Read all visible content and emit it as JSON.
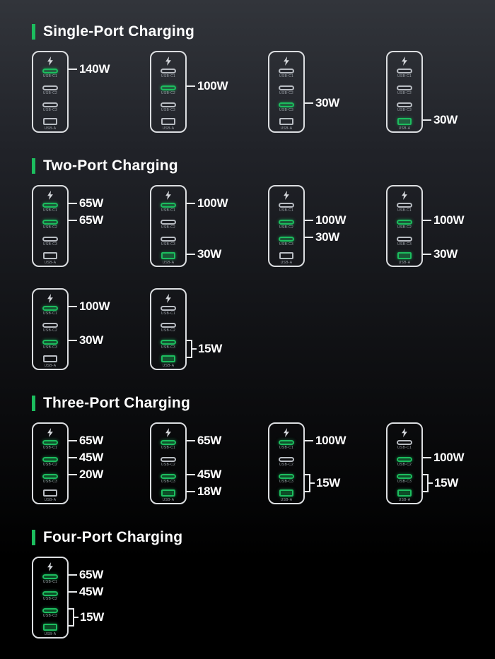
{
  "accent_color": "#1cbd5e",
  "background": {
    "top": "#32353b",
    "bottom": "#000000"
  },
  "charger": {
    "bolt_icon": "lightning",
    "port_names": [
      "USB-C1",
      "USB-C2",
      "USB-C3",
      "USB-A"
    ]
  },
  "sections": [
    {
      "id": "single-port",
      "title": "Single-Port Charging",
      "rows": [
        [
          {
            "labels": [
              {
                "ports": [
                  0
                ],
                "text": "140W"
              }
            ]
          },
          {
            "labels": [
              {
                "ports": [
                  1
                ],
                "text": "100W"
              }
            ]
          },
          {
            "labels": [
              {
                "ports": [
                  2
                ],
                "text": "30W"
              }
            ]
          },
          {
            "labels": [
              {
                "ports": [
                  3
                ],
                "text": "30W"
              }
            ]
          }
        ]
      ]
    },
    {
      "id": "two-port",
      "title": "Two-Port Charging",
      "rows": [
        [
          {
            "labels": [
              {
                "ports": [
                  0
                ],
                "text": "65W"
              },
              {
                "ports": [
                  1
                ],
                "text": "65W"
              }
            ]
          },
          {
            "labels": [
              {
                "ports": [
                  0
                ],
                "text": "100W"
              },
              {
                "ports": [
                  3
                ],
                "text": "30W"
              }
            ]
          },
          {
            "labels": [
              {
                "ports": [
                  1
                ],
                "text": "100W"
              },
              {
                "ports": [
                  2
                ],
                "text": "30W"
              }
            ]
          },
          {
            "labels": [
              {
                "ports": [
                  1
                ],
                "text": "100W"
              },
              {
                "ports": [
                  3
                ],
                "text": "30W"
              }
            ]
          }
        ],
        [
          {
            "labels": [
              {
                "ports": [
                  0
                ],
                "text": "100W"
              },
              {
                "ports": [
                  2
                ],
                "text": "30W"
              }
            ]
          },
          {
            "labels": [
              {
                "ports": [
                  2,
                  3
                ],
                "text": "15W"
              }
            ]
          }
        ]
      ]
    },
    {
      "id": "three-port",
      "title": "Three-Port Charging",
      "rows": [
        [
          {
            "labels": [
              {
                "ports": [
                  0
                ],
                "text": "65W"
              },
              {
                "ports": [
                  1
                ],
                "text": "45W"
              },
              {
                "ports": [
                  2
                ],
                "text": "20W"
              }
            ]
          },
          {
            "labels": [
              {
                "ports": [
                  0
                ],
                "text": "65W"
              },
              {
                "ports": [
                  2
                ],
                "text": "45W"
              },
              {
                "ports": [
                  3
                ],
                "text": "18W"
              }
            ]
          },
          {
            "labels": [
              {
                "ports": [
                  0
                ],
                "text": "100W"
              },
              {
                "ports": [
                  2,
                  3
                ],
                "text": "15W"
              }
            ]
          },
          {
            "labels": [
              {
                "ports": [
                  1
                ],
                "text": "100W"
              },
              {
                "ports": [
                  2,
                  3
                ],
                "text": "15W"
              }
            ]
          }
        ]
      ]
    },
    {
      "id": "four-port",
      "title": "Four-Port Charging",
      "rows": [
        [
          {
            "labels": [
              {
                "ports": [
                  0
                ],
                "text": "65W"
              },
              {
                "ports": [
                  1
                ],
                "text": "45W"
              },
              {
                "ports": [
                  2,
                  3
                ],
                "text": "15W"
              }
            ]
          }
        ]
      ]
    }
  ]
}
